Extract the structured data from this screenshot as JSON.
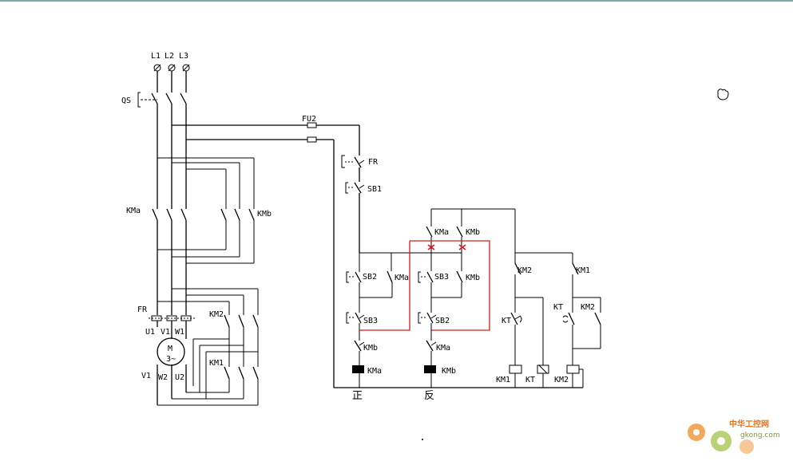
{
  "main_circuit": {
    "phases": [
      "L1",
      "L2",
      "L3"
    ],
    "switch": "QS",
    "contactor_a": "KMa",
    "contactor_b": "KMb",
    "overload": "FR",
    "motor_terminals_top": [
      "U1",
      "V1",
      "W1"
    ],
    "motor_terminals_bottom": [
      "V1",
      "W2",
      "U2"
    ],
    "motor_label": "M",
    "motor_sub": "3~",
    "km2": "KM2",
    "km1": "KM1"
  },
  "control_circuit": {
    "fuse": "FU2",
    "overload_contact": "FR",
    "stop_button": "SB1",
    "sb2_left": "SB2",
    "kma_hold": "KMa",
    "sb3_left": "SB3",
    "kmb_interlock_left": "KMb",
    "coil_left": "KMa",
    "kma_top": "KMa",
    "kmb_top": "KMb",
    "sb3_mid": "SB3",
    "kmb_hold": "KMb",
    "sb2_mid": "SB2",
    "kma_interlock_mid": "KMa",
    "coil_mid": "KMb",
    "km2_contact": "KM2",
    "km1_contact": "KM1",
    "kt_contact": "KT",
    "kt_contact2": "KT",
    "km2_hold": "KM2",
    "coils_bottom": [
      "KM1",
      "KT",
      "KM2"
    ],
    "forward_label": "正",
    "reverse_label": "反"
  },
  "watermark": {
    "text": "中华工控网",
    "url": "gkong.com"
  }
}
